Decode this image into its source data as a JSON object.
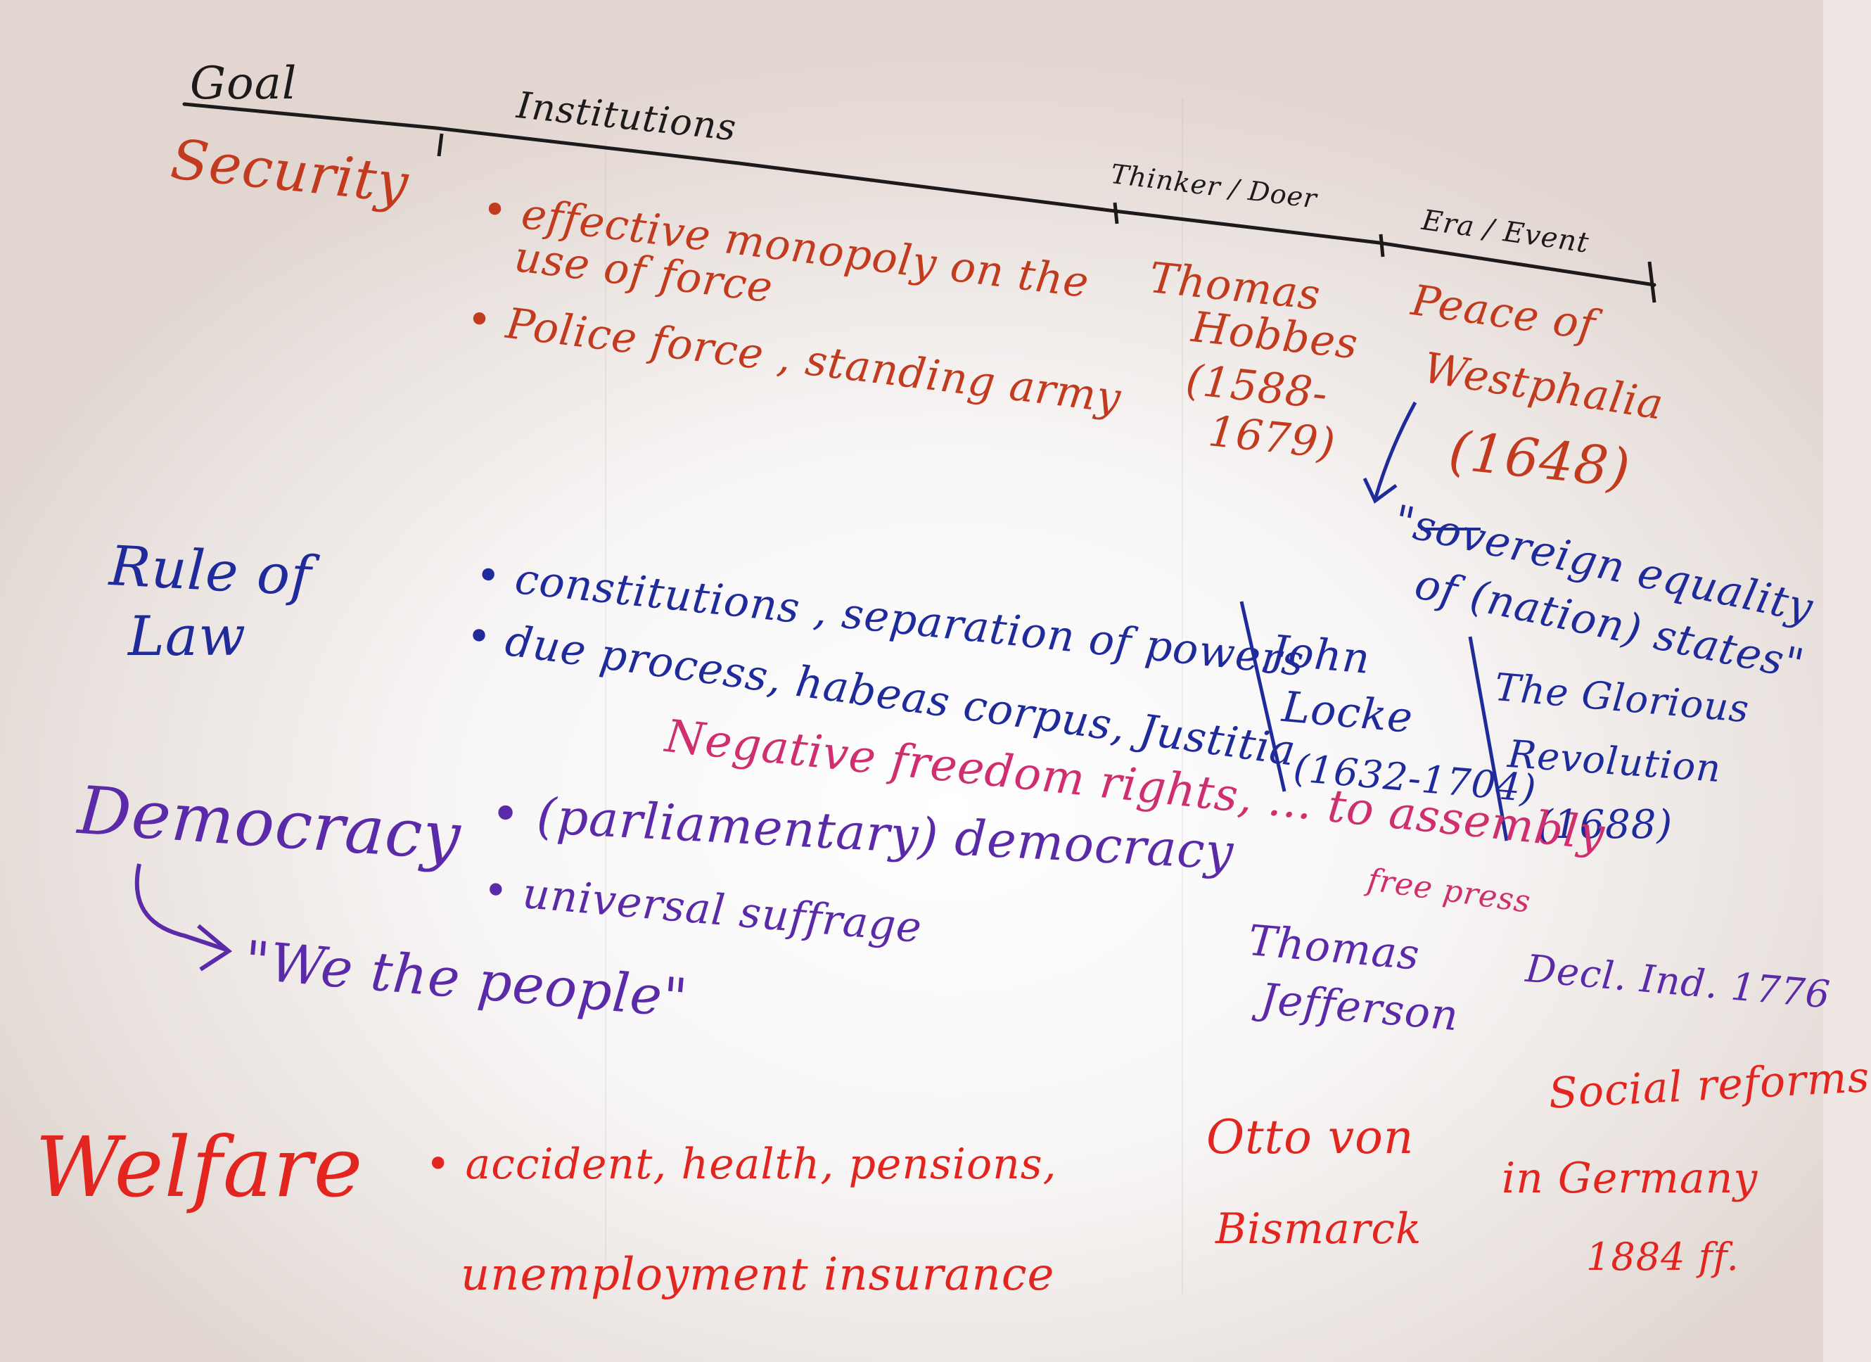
{
  "header": {
    "goal": "Goal",
    "institutions": "Institutions",
    "thinker": "Thinker / Doer",
    "era": "Era / Event"
  },
  "security": {
    "goal": "Security",
    "institution_1": "• effective monopoly on the",
    "institution_1b": "use of force",
    "institution_2": "• Police force , standing army",
    "thinker_name_1": "Thomas",
    "thinker_name_2": "Hobbes",
    "thinker_dates_1": "(1588-",
    "thinker_dates_2": "1679)",
    "event_1": "Peace of",
    "event_2": "Westphalia",
    "event_year": "(1648)",
    "quote_1": "\"sovereign equality",
    "quote_2": "of (nation) states\""
  },
  "rule_of_law": {
    "goal_1": "Rule of",
    "goal_2": "Law",
    "institution_1": "• constitutions , separation of powers",
    "institution_2": "• due process, habeas corpus, Justitia",
    "thinker_1": "John",
    "thinker_2": "Locke",
    "thinker_3": "(1632-1704)",
    "event_1": "The Glorious",
    "event_2": "Revolution",
    "event_3": "(1688)"
  },
  "freedom": {
    "line_1": "Negative freedom rights, ... to assembly",
    "line_2": "free press"
  },
  "democracy": {
    "goal": "Democracy",
    "institution_1": "• (parliamentary) democracy",
    "institution_2": "• universal suffrage",
    "quote": "\"We the people\"",
    "thinker_1": "Thomas",
    "thinker_2": "Jefferson",
    "event": "Decl. Ind. 1776"
  },
  "welfare": {
    "goal": "Welfare",
    "institution_1": "• accident, health, pensions,",
    "institution_2": "unemployment insurance",
    "thinker_1": "Otto von",
    "thinker_2": "Bismarck",
    "event_1": "Social reforms",
    "event_2": "in Germany",
    "event_3": "1884 ff."
  },
  "colors": {
    "marker_black": "#1d1a1c",
    "marker_red": "#c23b1f",
    "marker_blue": "#1f2b9a",
    "marker_purple": "#5a2aa8",
    "marker_pink": "#cf2f6e",
    "marker_bright_red": "#e2261f",
    "paper": "#ffffff"
  }
}
